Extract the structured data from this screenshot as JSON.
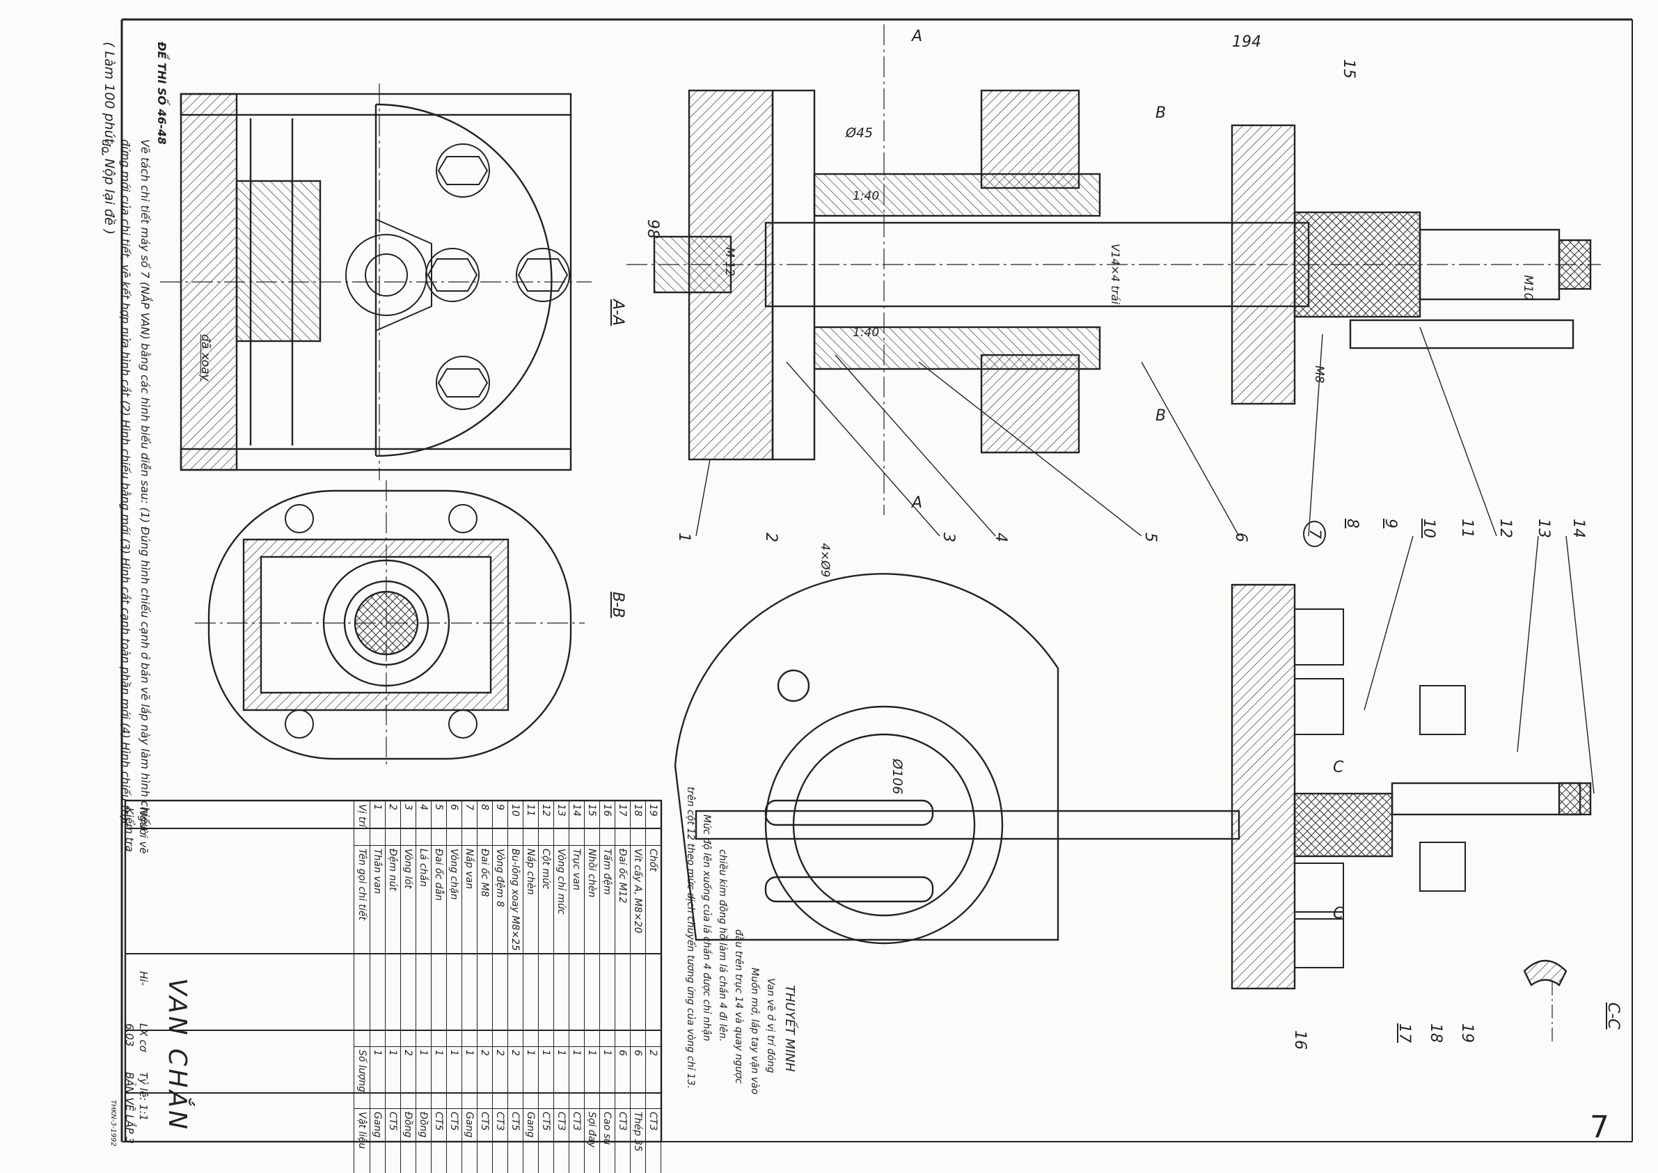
{
  "page_number": "7",
  "side_note": {
    "title": "ĐỀ THI SỐ 46-48",
    "task": "Vẽ tách chi tiết máy số 7 (NẮP VAN) bằng các hình biểu diễn sau: (1) Đúng hình chiếu cạnh ở bản vẽ lắp này làm hình chiếu đứng mới của chi tiết, vẽ kết hợp nửa hình cắt (2) Hình chiếu bằng mới (3) Hình cắt cạnh toàn phần mới (4) Hình chiếu trục đo.",
    "time": "( Làm 100 phút _ Nộp lại đề )"
  },
  "views": {
    "section_aa": "A-A",
    "section_bb": "B-B",
    "section_cc": "C-C",
    "rotate_note": "đã xoay"
  },
  "dimensions": {
    "d194": "194",
    "d98": "98",
    "d45": "Ø45",
    "d106": "Ø106",
    "taper_top": "1:40",
    "taper_bottom": "1:40",
    "m12": "M 12",
    "thread": "V14×4 trái",
    "m10": "M10",
    "m8": "M8",
    "holes": "4×Ø9",
    "cut_a_top": "A",
    "cut_a_bottom": "A",
    "cut_b_top": "B",
    "cut_b_bottom": "B",
    "cut_c1": "C",
    "cut_c2": "C"
  },
  "balloons": [
    "1",
    "2",
    "3",
    "4",
    "5",
    "6",
    "7",
    "8",
    "9",
    "10",
    "11",
    "12",
    "13",
    "14",
    "15",
    "16",
    "17",
    "18",
    "19"
  ],
  "explanation": {
    "title": "THUYẾT MINH",
    "lines": [
      "Van vẽ ở vị trí đóng",
      "Muốn mở, lắp tay vặn vào",
      "đầu trên trục 14 và quay ngược",
      "chiều kim đồng hồ làm lá chắn 4 đi lên.",
      "Mức độ lên xuống của lá chắn 4 được chỉ nhận",
      "trên cột 12 theo mức dịch chuyển tương ứng của vòng chỉ 13."
    ]
  },
  "parts_list": {
    "headers": [
      "Vị trí",
      "Tên gọi chi tiết",
      "Số lượng",
      "Vật liệu"
    ],
    "rows": [
      [
        "19",
        "Chốt",
        "2",
        "CT3"
      ],
      [
        "18",
        "Vít cấy A, M8×20",
        "6",
        "Thép 35"
      ],
      [
        "17",
        "Đai ốc M12",
        "6",
        "CT3"
      ],
      [
        "16",
        "Tấm đệm",
        "1",
        "Cao su"
      ],
      [
        "15",
        "Nhồi chèn",
        "1",
        "Sợi đay"
      ],
      [
        "14",
        "Trục van",
        "1",
        "CT3"
      ],
      [
        "13",
        "Vòng chỉ mức",
        "1",
        "CT3"
      ],
      [
        "12",
        "Cột mức",
        "1",
        "CT5"
      ],
      [
        "11",
        "Nắp chèn",
        "1",
        "Gang"
      ],
      [
        "10",
        "Bu-lông xoay M8×25",
        "2",
        "CT5"
      ],
      [
        "9",
        "Vòng đệm 8",
        "2",
        "CT3"
      ],
      [
        "8",
        "Đai ốc M8",
        "2",
        "CT5"
      ],
      [
        "7",
        "Nắp van",
        "1",
        "Gang"
      ],
      [
        "6",
        "Vòng chặn",
        "1",
        "CT5"
      ],
      [
        "5",
        "Đai ốc dẫn",
        "1",
        "CT5"
      ],
      [
        "4",
        "Lá chắn",
        "1",
        "Đồng"
      ],
      [
        "3",
        "Vòng lót",
        "2",
        "Đồng"
      ],
      [
        "2",
        "Đệm nút",
        "1",
        "CT5"
      ],
      [
        "1",
        "Thân van",
        "1",
        "Gang"
      ]
    ]
  },
  "title_block": {
    "title": "VAN CHẮN",
    "drawn_by": "Người vẽ",
    "checked_by": "Kiểm tra",
    "class": "LX cơ",
    "date": "6.03",
    "scale": "Tỷ lệ: 1:1",
    "sheet": "BẢN VẼ LẮP 3",
    "signature": "Hi-",
    "source": "THKN-3-1992"
  }
}
